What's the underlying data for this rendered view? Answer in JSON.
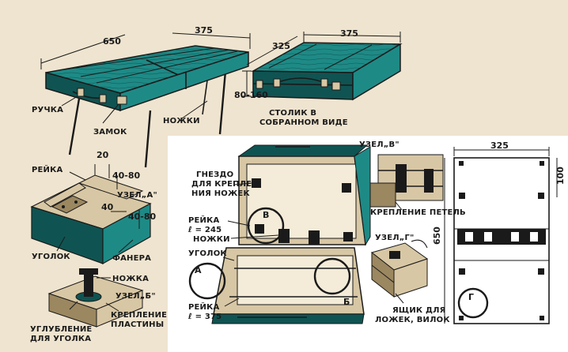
{
  "colors": {
    "paper": "#efe4cf",
    "paper_bright": "#ffffff",
    "teal": "#1e8a86",
    "teal_dark": "#0f5452",
    "ink": "#1a1a1a",
    "wood": "#d8c7a4",
    "wood_dark": "#9b8760"
  },
  "table": {
    "dim_length": "650",
    "dim_width": "375",
    "label_handle": "РУЧКА",
    "label_lock": "ЗАМОК",
    "label_legs": "НОЖКИ"
  },
  "folded": {
    "dim_depth": "325",
    "dim_width": "375",
    "dim_height": "80-160",
    "caption_line1": "СТОЛИК В",
    "caption_line2": "СОБРАННОМ ВИДЕ"
  },
  "node_a": {
    "label_rail": "РЕЙКА",
    "dim_20": "20",
    "dim_40_80_top": "40-80",
    "dim_40": "40",
    "dim_40_80_side": "40-80",
    "title": "УЗЕЛ„А\"",
    "label_corner": "УГОЛОК",
    "label_plywood": "ФАНЕРА"
  },
  "node_b": {
    "label_leg": "НОЖКА",
    "title": "УЗЕЛ„Б\"",
    "label_recess_line1": "УГЛУБЛЕНИЕ",
    "label_recess_line2": "ДЛЯ УГОЛКА",
    "label_plate_line1": "КРЕПЛЕНИЕ",
    "label_plate_line2": "ПЛАСТИНЫ"
  },
  "open_case": {
    "label_socket_line1": "ГНЕЗДО",
    "label_socket_line2": "ДЛЯ КРЕПЛЕ",
    "label_socket_line3": "НИЯ НОЖЕК",
    "label_rail_line1": "РЕЙКА",
    "label_rail_line2": "ℓ = 245",
    "label_legs": "НОЖКИ",
    "label_corner": "УГОЛОК",
    "label_rail2_line1": "РЕЙКА",
    "label_rail2_line2": "ℓ = 375",
    "marker_v": "В",
    "marker_a": "А",
    "marker_b": "Б"
  },
  "node_v": {
    "title": "УЗЕЛ„В\"",
    "label_hinges": "КРЕПЛЕНИЕ ПЕТЕЛЬ"
  },
  "node_g": {
    "title": "УЗЕЛ„Г\"",
    "label_box_line1": "ЯЩИК ДЛЯ",
    "label_box_line2": "ЛОЖЕК, ВИЛОК"
  },
  "plan": {
    "dim_width": "325",
    "dim_length": "650",
    "dim_100": "100",
    "marker_g": "Г"
  }
}
